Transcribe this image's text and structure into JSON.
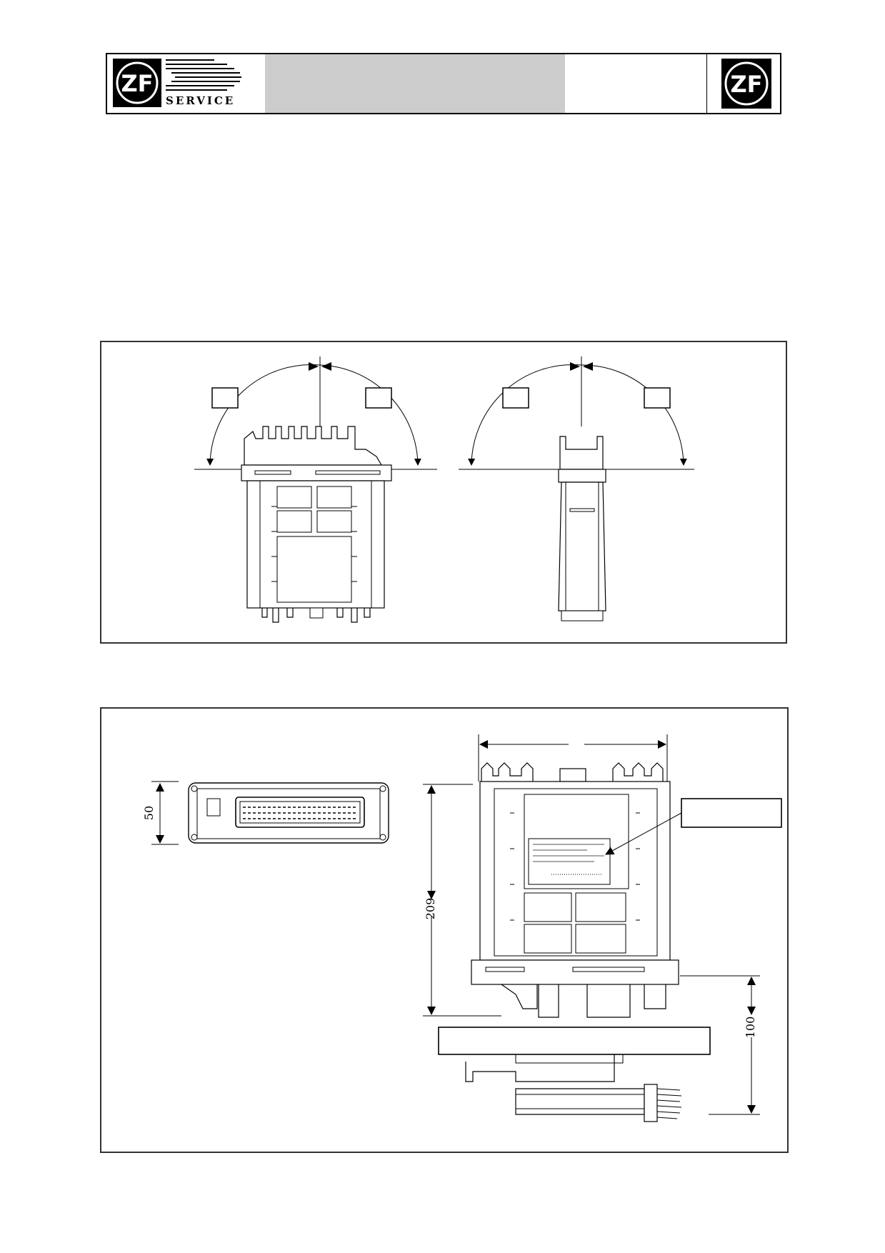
{
  "header": {
    "logo_brand": "ZF",
    "logo_subtitle": "SERVICE",
    "right_logo_brand": "ZF"
  },
  "figure_1": {
    "angle_labels": [
      "",
      "",
      "",
      ""
    ]
  },
  "figure_2": {
    "dimension_height_label": "50",
    "dimension_length_label": "209",
    "dimension_clearance_label": "100",
    "callout_label": ""
  }
}
